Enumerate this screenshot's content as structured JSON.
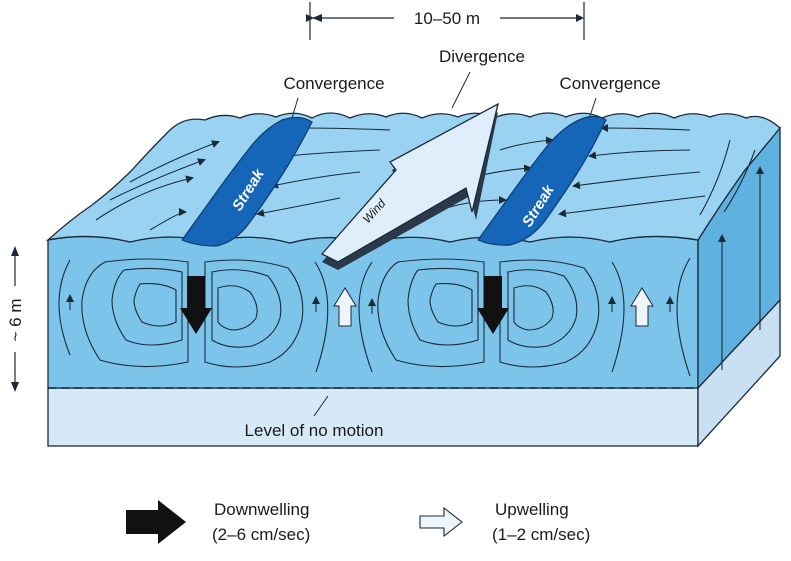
{
  "labels": {
    "width_dim": "10–50 m",
    "divergence": "Divergence",
    "convergence_left": "Convergence",
    "convergence_right": "Convergence",
    "streak_left": "Streak",
    "streak_right": "Streak",
    "wind": "Wind",
    "depth_dim": "~ 6 m",
    "level_no_motion": "Level of no motion"
  },
  "legend": {
    "downwelling_title": "Downwelling",
    "downwelling_rate": "(2–6 cm/sec)",
    "upwelling_title": "Upwelling",
    "upwelling_rate": "(1–2 cm/sec)"
  },
  "colors": {
    "water_side": "#7cc4ea",
    "water_top": "#9ad3f2",
    "water_right": "#5fb2df",
    "lower_layer": "#d6e9f7",
    "streak": "#1565b8",
    "wind_arrow": "#dfeefa",
    "downwelling_arrow": "#111111",
    "upwelling_arrow": "#eef6fc",
    "outline": "#1a2a3a"
  }
}
